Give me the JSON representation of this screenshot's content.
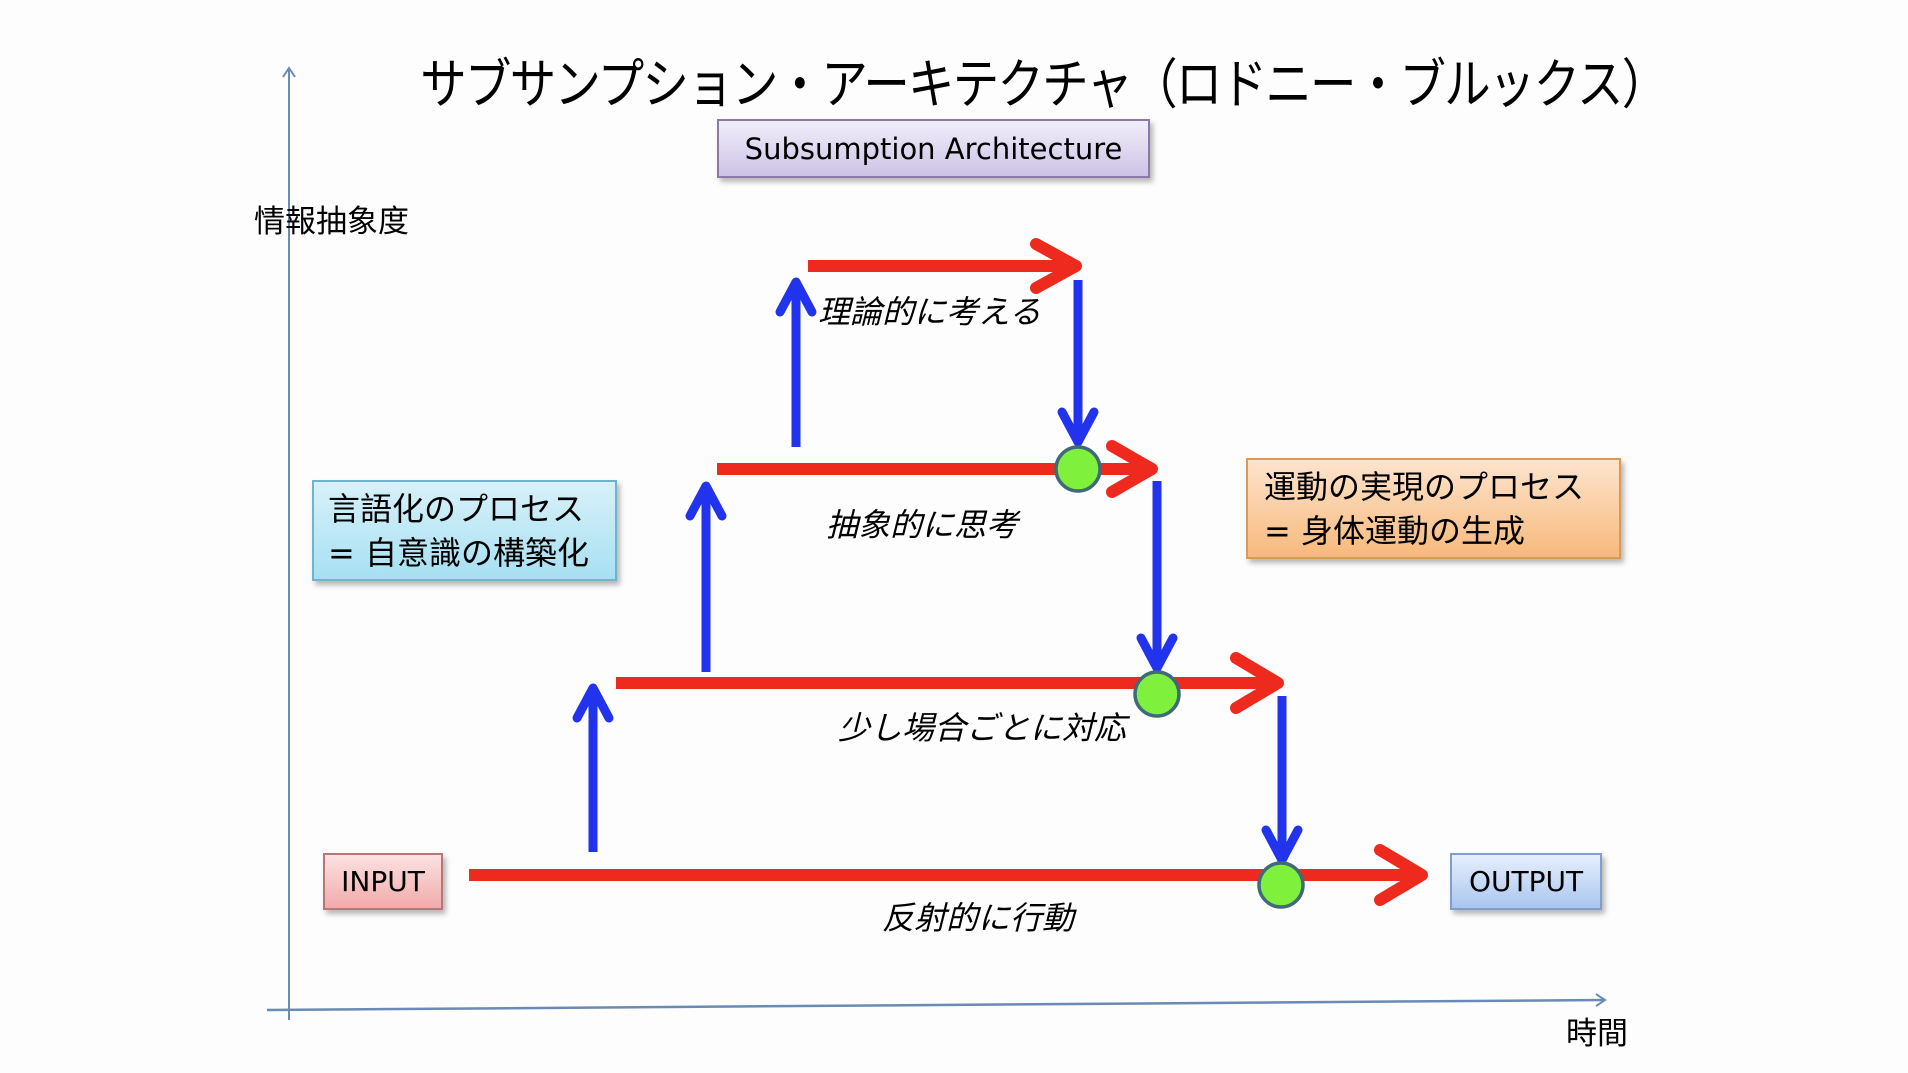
{
  "title": "サブサンプション・アーキテクチャ（ロドニー・ブルックス）",
  "subtitle_box": "Subsumption Architecture",
  "axes": {
    "y_label": "情報抽象度",
    "x_label": "時間"
  },
  "boxes": {
    "language_process": {
      "line1": "言語化のプロセス",
      "line2": "= 自意識の構築化"
    },
    "motor_process": {
      "line1": "運動の実現のプロセス",
      "line2": "= 身体運動の生成"
    },
    "input": "INPUT",
    "output": "OUTPUT"
  },
  "layers": [
    {
      "level": 1,
      "label": "反射的に行動"
    },
    {
      "level": 2,
      "label": "少し場合ごとに対応"
    },
    {
      "level": 3,
      "label": "抽象的に思考"
    },
    {
      "level": 4,
      "label": "理論的に考える"
    }
  ],
  "colors": {
    "flow_arrow": "#ee2a1e",
    "abstraction_arrow": "#2233ee",
    "junction": "#7ff03c",
    "junction_border": "#3f6a7a",
    "axis": "#6b8bb5"
  }
}
